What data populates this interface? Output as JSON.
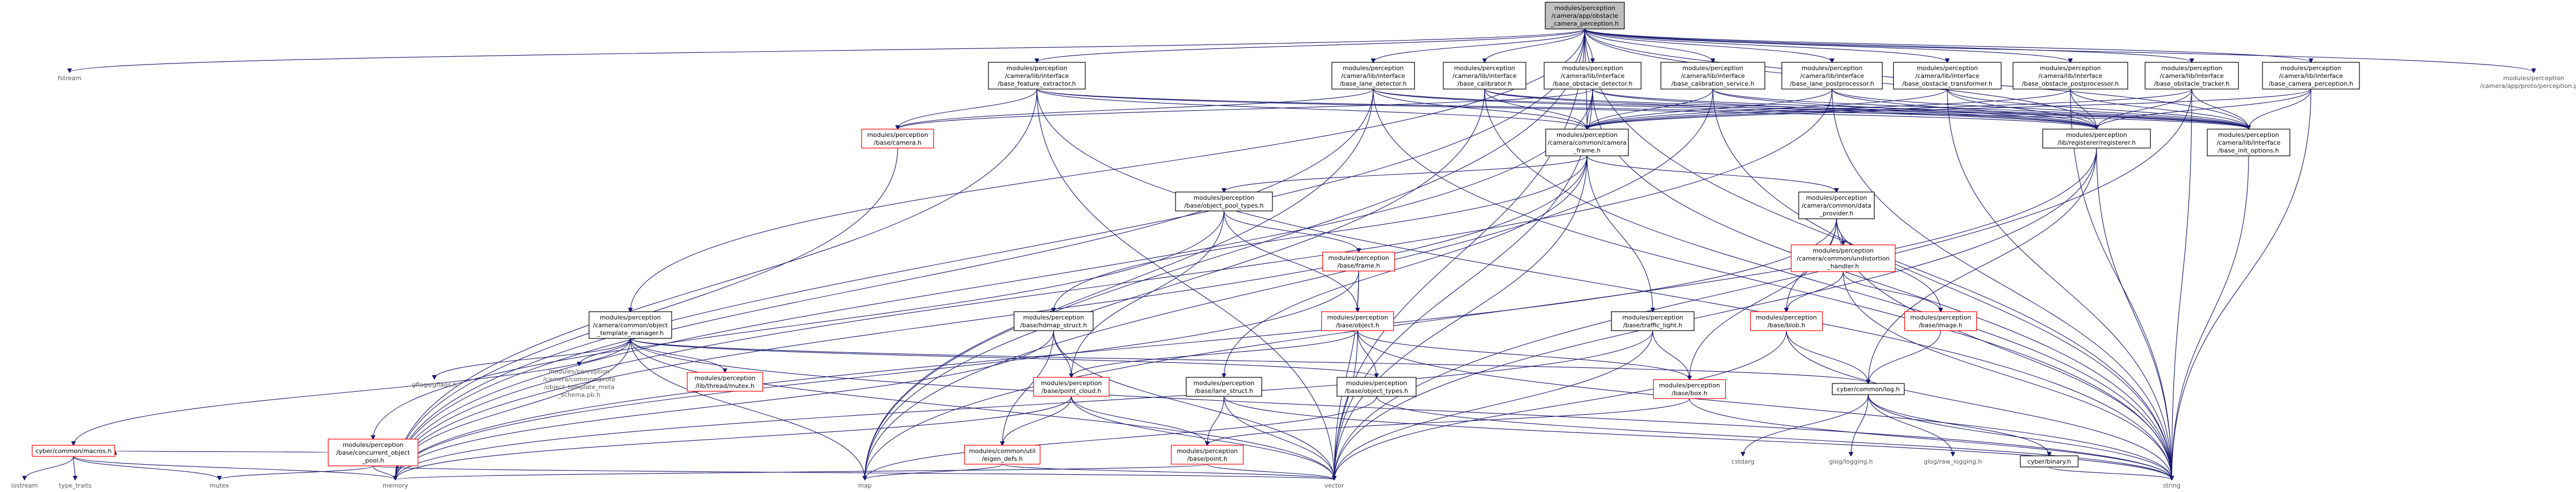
{
  "graph": {
    "title": "",
    "edge_color": "#191970",
    "root_fill": "#bfbfbf",
    "link_border_red": "#ff0000",
    "nodes": [
      {
        "id": "root",
        "lines": [
          "modules/perception",
          "/camera/app/obstacle",
          "_camera_perception.h"
        ],
        "style": "root"
      },
      {
        "id": "fstream",
        "lines": [
          "fstream"
        ],
        "style": "plain"
      },
      {
        "id": "feat",
        "lines": [
          "modules/perception",
          "/camera/lib/interface",
          "/base_feature_extractor.h"
        ],
        "style": "black"
      },
      {
        "id": "lane_det",
        "lines": [
          "modules/perception",
          "/camera/lib/interface",
          "/base_lane_detector.h"
        ],
        "style": "black"
      },
      {
        "id": "calib",
        "lines": [
          "modules/perception",
          "/camera/lib/interface",
          "/base_calibrator.h"
        ],
        "style": "black"
      },
      {
        "id": "obs_det",
        "lines": [
          "modules/perception",
          "/camera/lib/interface",
          "/base_obstacle_detector.h"
        ],
        "style": "black"
      },
      {
        "id": "calib_srv",
        "lines": [
          "modules/perception",
          "/camera/lib/interface",
          "/base_calibration_service.h"
        ],
        "style": "black"
      },
      {
        "id": "lane_post",
        "lines": [
          "modules/perception",
          "/camera/lib/interface",
          "/base_lane_postprocessor.h"
        ],
        "style": "black"
      },
      {
        "id": "obs_trans",
        "lines": [
          "modules/perception",
          "/camera/lib/interface",
          "/base_obstacle_transformer.h"
        ],
        "style": "black"
      },
      {
        "id": "obs_post",
        "lines": [
          "modules/perception",
          "/camera/lib/interface",
          "/base_obstacle_postprocessor.h"
        ],
        "style": "black"
      },
      {
        "id": "obs_track",
        "lines": [
          "modules/perception",
          "/camera/lib/interface",
          "/base_obstacle_tracker.h"
        ],
        "style": "black"
      },
      {
        "id": "cam_perc",
        "lines": [
          "modules/perception",
          "/camera/lib/interface",
          "/base_camera_perception.h"
        ],
        "style": "black"
      },
      {
        "id": "proto_perc",
        "lines": [
          "modules/perception",
          "/camera/app/proto/perception.pb.h"
        ],
        "style": "plain"
      },
      {
        "id": "base_camera",
        "lines": [
          "modules/perception",
          "/base/camera.h"
        ],
        "style": "red"
      },
      {
        "id": "cam_frame",
        "lines": [
          "modules/perception",
          "/camera/common/camera",
          "_frame.h"
        ],
        "style": "black"
      },
      {
        "id": "registerer",
        "lines": [
          "modules/perception",
          "/lib/registerer/registerer.h"
        ],
        "style": "black"
      },
      {
        "id": "init_opts",
        "lines": [
          "modules/perception",
          "/camera/lib/interface",
          "/base_init_options.h"
        ],
        "style": "black"
      },
      {
        "id": "obj_pool_types",
        "lines": [
          "modules/perception",
          "/base/object_pool_types.h"
        ],
        "style": "black"
      },
      {
        "id": "data_provider",
        "lines": [
          "modules/perception",
          "/camera/common/data",
          "_provider.h"
        ],
        "style": "black"
      },
      {
        "id": "frame",
        "lines": [
          "modules/perception",
          "/base/frame.h"
        ],
        "style": "red"
      },
      {
        "id": "undistortion",
        "lines": [
          "modules/perception",
          "/camera/common/undistortion",
          "_handler.h"
        ],
        "style": "red"
      },
      {
        "id": "obj_tmpl_mgr",
        "lines": [
          "modules/perception",
          "/camera/common/object",
          "_template_manager.h"
        ],
        "style": "black"
      },
      {
        "id": "hdmap",
        "lines": [
          "modules/perception",
          "/base/hdmap_struct.h"
        ],
        "style": "black"
      },
      {
        "id": "object",
        "lines": [
          "modules/perception",
          "/base/object.h"
        ],
        "style": "red"
      },
      {
        "id": "traffic_light",
        "lines": [
          "modules/perception",
          "/base/traffic_light.h"
        ],
        "style": "black"
      },
      {
        "id": "blob",
        "lines": [
          "modules/perception",
          "/base/blob.h"
        ],
        "style": "red"
      },
      {
        "id": "image",
        "lines": [
          "modules/perception",
          "/base/image.h"
        ],
        "style": "red"
      },
      {
        "id": "gflags",
        "lines": [
          "gflags/gflags.h"
        ],
        "style": "plain"
      },
      {
        "id": "tmpl_meta",
        "lines": [
          "modules/perception",
          "/camera/common/proto",
          "/object_template_meta",
          "_schema.pb.h"
        ],
        "style": "plain"
      },
      {
        "id": "mutex_h",
        "lines": [
          "modules/perception",
          "/lib/thread/mutex.h"
        ],
        "style": "red"
      },
      {
        "id": "point_cloud",
        "lines": [
          "modules/perception",
          "/base/point_cloud.h"
        ],
        "style": "red"
      },
      {
        "id": "lane_struct",
        "lines": [
          "modules/perception",
          "/base/lane_struct.h"
        ],
        "style": "black"
      },
      {
        "id": "object_types",
        "lines": [
          "modules/perception",
          "/base/object_types.h"
        ],
        "style": "black"
      },
      {
        "id": "box",
        "lines": [
          "modules/perception",
          "/base/box.h"
        ],
        "style": "red"
      },
      {
        "id": "log",
        "lines": [
          "cyber/common/log.h"
        ],
        "style": "black"
      },
      {
        "id": "macros",
        "lines": [
          "cyber/common/macros.h"
        ],
        "style": "red"
      },
      {
        "id": "concurrent_pool",
        "lines": [
          "modules/perception",
          "/base/concurrent_object",
          "_pool.h"
        ],
        "style": "red"
      },
      {
        "id": "eigen_defs",
        "lines": [
          "modules/common/util",
          "/eigen_defs.h"
        ],
        "style": "red"
      },
      {
        "id": "point",
        "lines": [
          "modules/perception",
          "/base/point.h"
        ],
        "style": "red"
      },
      {
        "id": "cstdarg",
        "lines": [
          "cstdarg"
        ],
        "style": "plain"
      },
      {
        "id": "glog",
        "lines": [
          "glog/logging.h"
        ],
        "style": "plain"
      },
      {
        "id": "raw_logging",
        "lines": [
          "glog/raw_logging.h"
        ],
        "style": "plain"
      },
      {
        "id": "binary",
        "lines": [
          "cyber/binary.h"
        ],
        "style": "black"
      },
      {
        "id": "iostream",
        "lines": [
          "iostream"
        ],
        "style": "plain"
      },
      {
        "id": "type_traits",
        "lines": [
          "type_traits"
        ],
        "style": "plain"
      },
      {
        "id": "mutex",
        "lines": [
          "mutex"
        ],
        "style": "plain"
      },
      {
        "id": "memory",
        "lines": [
          "memory"
        ],
        "style": "plain"
      },
      {
        "id": "map",
        "lines": [
          "map"
        ],
        "style": "plain"
      },
      {
        "id": "vector",
        "lines": [
          "vector"
        ],
        "style": "plain"
      },
      {
        "id": "string",
        "lines": [
          "string"
        ],
        "style": "plain"
      }
    ],
    "edges": [
      [
        "root",
        "fstream"
      ],
      [
        "root",
        "feat"
      ],
      [
        "root",
        "lane_det"
      ],
      [
        "root",
        "calib"
      ],
      [
        "root",
        "obs_det"
      ],
      [
        "root",
        "calib_srv"
      ],
      [
        "root",
        "lane_post"
      ],
      [
        "root",
        "obs_trans"
      ],
      [
        "root",
        "obs_post"
      ],
      [
        "root",
        "obs_track"
      ],
      [
        "root",
        "cam_perc"
      ],
      [
        "root",
        "proto_perc"
      ],
      [
        "root",
        "obj_tmpl_mgr"
      ],
      [
        "root",
        "memory"
      ],
      [
        "root",
        "map"
      ],
      [
        "root",
        "string"
      ],
      [
        "root",
        "vector"
      ],
      [
        "root",
        "cam_frame"
      ],
      [
        "root",
        "registerer"
      ],
      [
        "root",
        "init_opts"
      ],
      [
        "feat",
        "base_camera"
      ],
      [
        "feat",
        "cam_frame"
      ],
      [
        "feat",
        "registerer"
      ],
      [
        "feat",
        "init_opts"
      ],
      [
        "feat",
        "memory"
      ],
      [
        "feat",
        "string"
      ],
      [
        "feat",
        "vector"
      ],
      [
        "lane_det",
        "base_camera"
      ],
      [
        "lane_det",
        "cam_frame"
      ],
      [
        "lane_det",
        "registerer"
      ],
      [
        "lane_det",
        "init_opts"
      ],
      [
        "lane_det",
        "memory"
      ],
      [
        "lane_det",
        "string"
      ],
      [
        "lane_det",
        "map"
      ],
      [
        "calib",
        "cam_frame"
      ],
      [
        "calib",
        "registerer"
      ],
      [
        "calib",
        "init_opts"
      ],
      [
        "calib",
        "string"
      ],
      [
        "calib",
        "map"
      ],
      [
        "obs_det",
        "base_camera"
      ],
      [
        "obs_det",
        "cam_frame"
      ],
      [
        "obs_det",
        "registerer"
      ],
      [
        "obs_det",
        "init_opts"
      ],
      [
        "obs_det",
        "memory"
      ],
      [
        "obs_det",
        "string"
      ],
      [
        "obs_det",
        "vector"
      ],
      [
        "calib_srv",
        "cam_frame"
      ],
      [
        "calib_srv",
        "registerer"
      ],
      [
        "calib_srv",
        "init_opts"
      ],
      [
        "calib_srv",
        "string"
      ],
      [
        "calib_srv",
        "map"
      ],
      [
        "lane_post",
        "cam_frame"
      ],
      [
        "lane_post",
        "registerer"
      ],
      [
        "lane_post",
        "init_opts"
      ],
      [
        "lane_post",
        "string"
      ],
      [
        "lane_post",
        "memory"
      ],
      [
        "obs_trans",
        "cam_frame"
      ],
      [
        "obs_trans",
        "registerer"
      ],
      [
        "obs_trans",
        "init_opts"
      ],
      [
        "obs_trans",
        "string"
      ],
      [
        "obs_post",
        "cam_frame"
      ],
      [
        "obs_post",
        "registerer"
      ],
      [
        "obs_post",
        "init_opts"
      ],
      [
        "obs_post",
        "string"
      ],
      [
        "obs_track",
        "cam_frame"
      ],
      [
        "obs_track",
        "registerer"
      ],
      [
        "obs_track",
        "init_opts"
      ],
      [
        "obs_track",
        "string"
      ],
      [
        "obs_track",
        "vector"
      ],
      [
        "cam_perc",
        "cam_frame"
      ],
      [
        "cam_perc",
        "registerer"
      ],
      [
        "cam_perc",
        "init_opts"
      ],
      [
        "cam_perc",
        "string"
      ],
      [
        "base_camera",
        "memory"
      ],
      [
        "cam_frame",
        "obj_pool_types"
      ],
      [
        "cam_frame",
        "data_provider"
      ],
      [
        "cam_frame",
        "hdmap"
      ],
      [
        "cam_frame",
        "lane_struct"
      ],
      [
        "cam_frame",
        "traffic_light"
      ],
      [
        "cam_frame",
        "vector"
      ],
      [
        "cam_frame",
        "memory"
      ],
      [
        "registerer",
        "log"
      ],
      [
        "registerer",
        "map"
      ],
      [
        "registerer",
        "string"
      ],
      [
        "registerer",
        "vector"
      ],
      [
        "init_opts",
        "string"
      ],
      [
        "obj_pool_types",
        "concurrent_pool"
      ],
      [
        "obj_pool_types",
        "frame"
      ],
      [
        "obj_pool_types",
        "object"
      ],
      [
        "obj_pool_types",
        "point_cloud"
      ],
      [
        "data_provider",
        "undistortion"
      ],
      [
        "data_provider",
        "blob"
      ],
      [
        "data_provider",
        "image"
      ],
      [
        "data_provider",
        "box"
      ],
      [
        "data_provider",
        "memory"
      ],
      [
        "data_provider",
        "string"
      ],
      [
        "frame",
        "object"
      ],
      [
        "frame",
        "memory"
      ],
      [
        "frame",
        "vector"
      ],
      [
        "undistortion",
        "blob"
      ],
      [
        "undistortion",
        "image"
      ],
      [
        "undistortion",
        "string"
      ],
      [
        "obj_tmpl_mgr",
        "gflags"
      ],
      [
        "obj_tmpl_mgr",
        "tmpl_meta"
      ],
      [
        "obj_tmpl_mgr",
        "mutex_h"
      ],
      [
        "obj_tmpl_mgr",
        "macros"
      ],
      [
        "obj_tmpl_mgr",
        "object_types"
      ],
      [
        "obj_tmpl_mgr",
        "log"
      ],
      [
        "obj_tmpl_mgr",
        "map"
      ],
      [
        "obj_tmpl_mgr",
        "memory"
      ],
      [
        "obj_tmpl_mgr",
        "string"
      ],
      [
        "obj_tmpl_mgr",
        "vector"
      ],
      [
        "hdmap",
        "point_cloud"
      ],
      [
        "hdmap",
        "eigen_defs"
      ],
      [
        "hdmap",
        "vector"
      ],
      [
        "hdmap",
        "memory"
      ],
      [
        "object",
        "point_cloud"
      ],
      [
        "object",
        "object_types"
      ],
      [
        "object",
        "box"
      ],
      [
        "object",
        "vector"
      ],
      [
        "object",
        "string"
      ],
      [
        "traffic_light",
        "box"
      ],
      [
        "traffic_light",
        "memory"
      ],
      [
        "traffic_light",
        "vector"
      ],
      [
        "blob",
        "log"
      ],
      [
        "blob",
        "vector"
      ],
      [
        "blob",
        "string"
      ],
      [
        "image",
        "log"
      ],
      [
        "point_cloud",
        "eigen_defs"
      ],
      [
        "point_cloud",
        "point"
      ],
      [
        "point_cloud",
        "memory"
      ],
      [
        "point_cloud",
        "vector"
      ],
      [
        "lane_struct",
        "point"
      ],
      [
        "lane_struct",
        "vector"
      ],
      [
        "lane_struct",
        "string"
      ],
      [
        "object_types",
        "string"
      ],
      [
        "object_types",
        "map"
      ],
      [
        "box",
        "point"
      ],
      [
        "box",
        "string"
      ],
      [
        "log",
        "cstdarg"
      ],
      [
        "log",
        "glog"
      ],
      [
        "log",
        "raw_logging"
      ],
      [
        "log",
        "binary"
      ],
      [
        "log",
        "string"
      ],
      [
        "binary",
        "string"
      ],
      [
        "macros",
        "iostream"
      ],
      [
        "macros",
        "type_traits"
      ],
      [
        "macros",
        "mutex"
      ],
      [
        "macros",
        "memory"
      ],
      [
        "concurrent_pool",
        "macros"
      ],
      [
        "concurrent_pool",
        "mutex"
      ],
      [
        "concurrent_pool",
        "memory"
      ],
      [
        "concurrent_pool",
        "vector"
      ],
      [
        "eigen_defs",
        "map"
      ],
      [
        "eigen_defs",
        "vector"
      ],
      [
        "point",
        "memory"
      ],
      [
        "point",
        "vector"
      ]
    ]
  }
}
